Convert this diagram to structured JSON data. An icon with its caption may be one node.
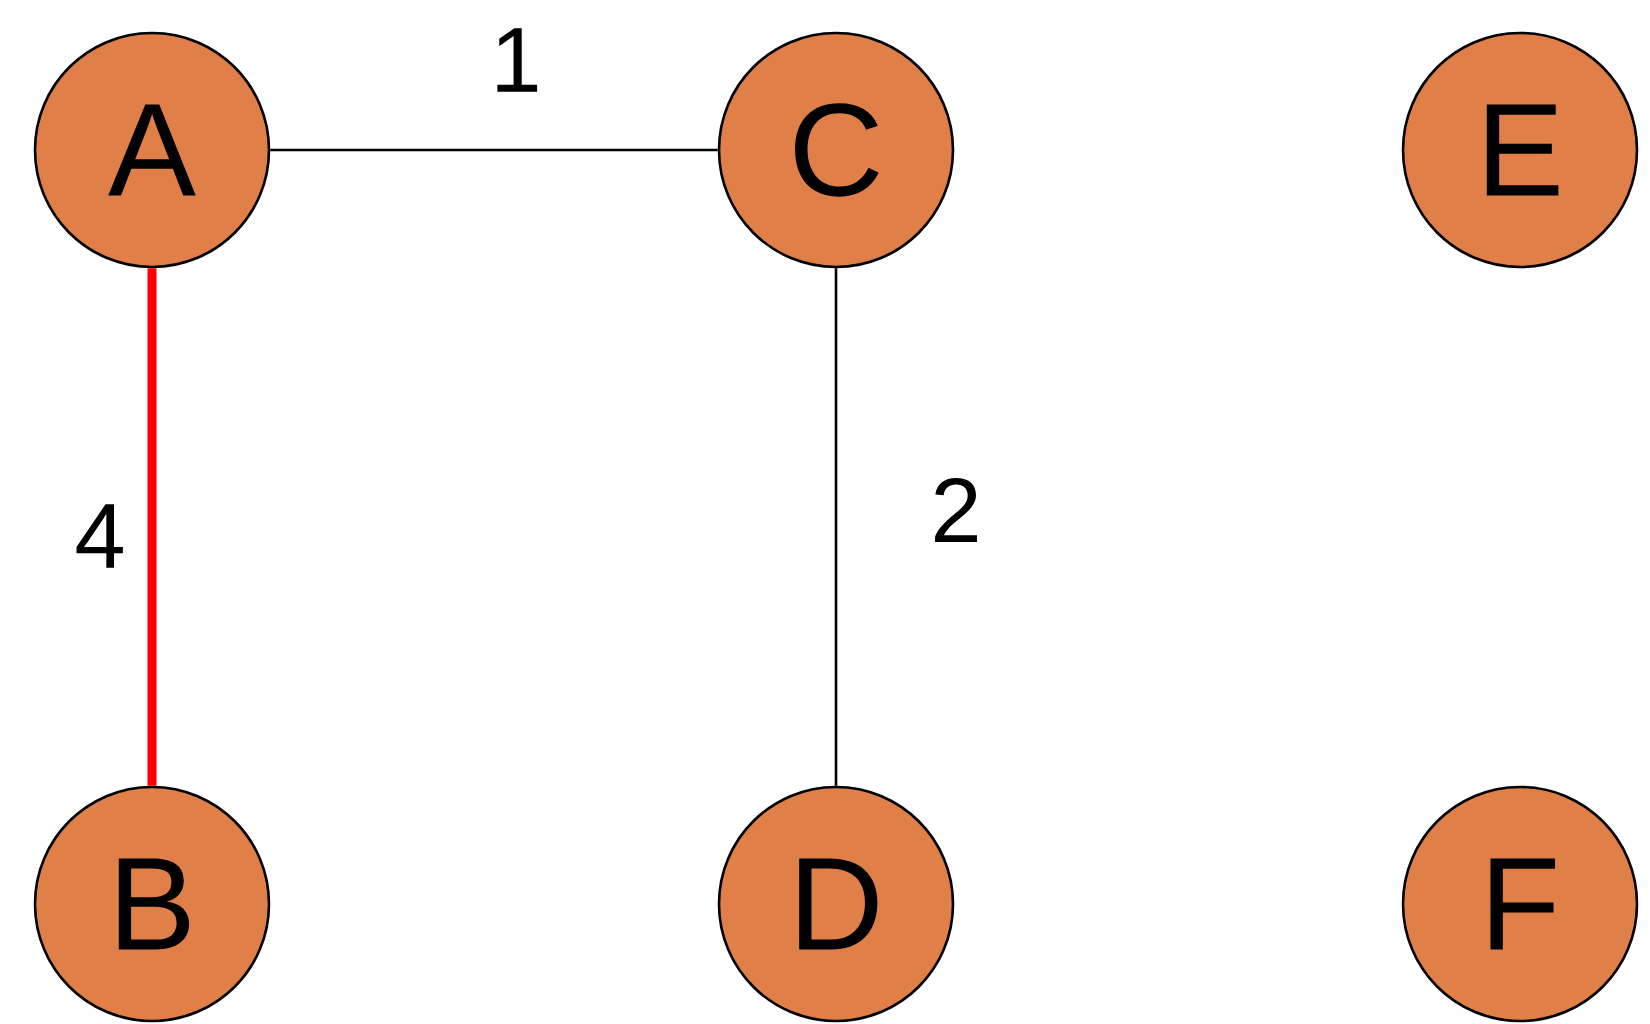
{
  "diagram": {
    "nodes": [
      {
        "text": [
          "A"
        ]
      },
      {
        "text": [
          "B"
        ]
      },
      {
        "text": [
          "C"
        ]
      },
      {
        "text": [
          "D"
        ]
      },
      {
        "text": [
          "E"
        ]
      },
      {
        "text": [
          "F"
        ]
      }
    ],
    "edges": [
      {
        "from": 0,
        "to": 2,
        "arrow": "none",
        "label": "1"
      },
      {
        "from": 2,
        "to": 3,
        "arrow": "none",
        "label": "2"
      },
      {
        "from": 0,
        "to": 1,
        "arrow": "none",
        "label": "4",
        "style": "thick",
        "color": "#ff0000"
      }
    ]
  }
}
